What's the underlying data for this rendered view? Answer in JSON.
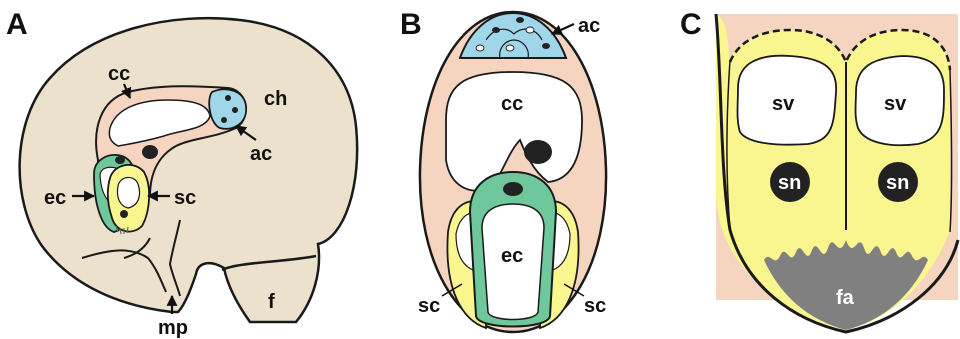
{
  "panels": {
    "A": {
      "letter": "A",
      "labels": {
        "cc": "cc",
        "ch": "ch",
        "ac": "ac",
        "ec": "ec",
        "sc": "sc",
        "f": "f",
        "mp": "mp"
      }
    },
    "B": {
      "letter": "B",
      "labels": {
        "ac": "ac",
        "cc": "cc",
        "ec": "ec",
        "sc_left": "sc",
        "sc_right": "sc"
      }
    },
    "C": {
      "letter": "C",
      "labels": {
        "sv_left": "sv",
        "sv_right": "sv",
        "sn_left": "sn",
        "sn_right": "sn",
        "fa": "fa"
      }
    }
  },
  "colors": {
    "chalaza": "#ece1cc",
    "central_cell": "#f6d5c0",
    "antipodal": "#9fd6ea",
    "egg_cell": "#6fc79c",
    "synergid": "#f9f58f",
    "filiform": "#808080",
    "nucleus": "#222222",
    "outline": "#1a1a1a"
  }
}
